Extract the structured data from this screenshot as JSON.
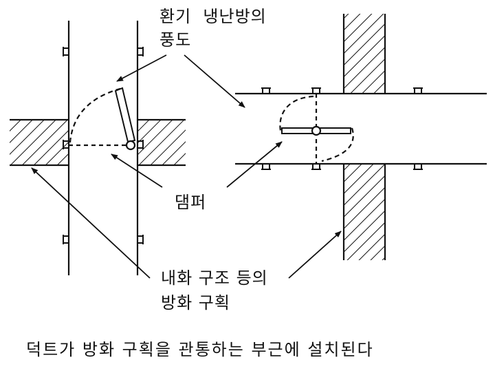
{
  "labels": {
    "duct_line1": "환기  냉난방의",
    "duct_line2": "풍도",
    "damper": "댐퍼",
    "fire_line1": "내화 구조 등의",
    "fire_line2": "방화 구획"
  },
  "caption": "덕트가 방화 구획을 관통하는 부근에 설치된다",
  "colors": {
    "ink": "#111111",
    "paper": "#ffffff"
  }
}
